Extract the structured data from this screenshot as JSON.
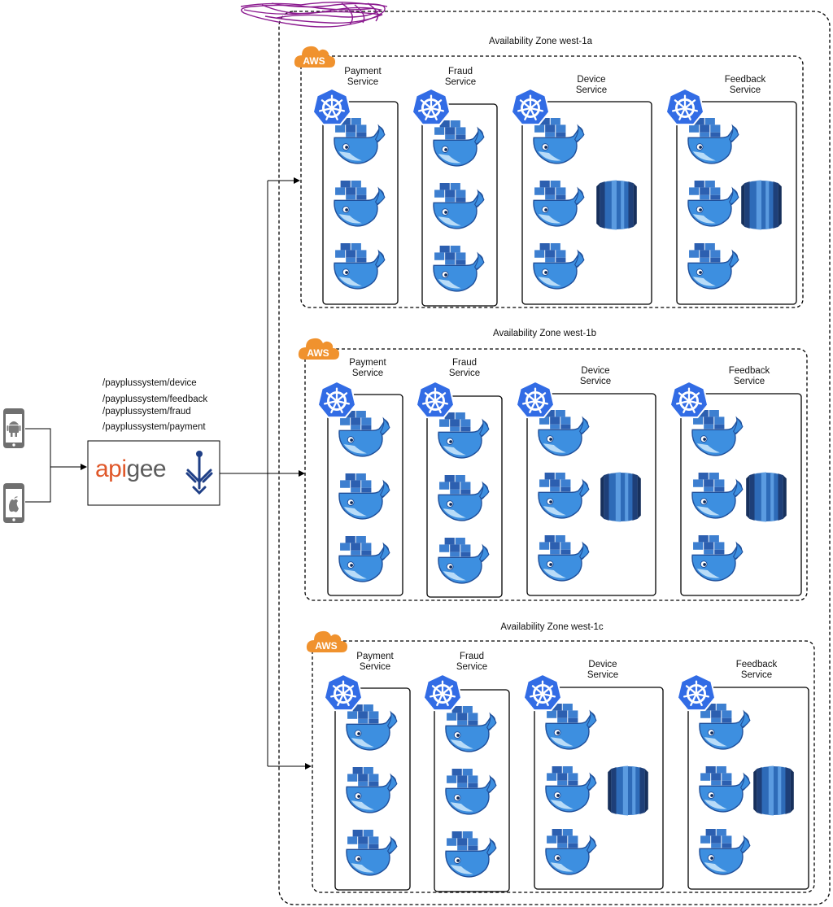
{
  "region_label": "",
  "clients": [
    {
      "name": "Android",
      "icon": "android-phone-icon"
    },
    {
      "name": "iOS",
      "icon": "apple-phone-icon"
    }
  ],
  "api_routes": [
    "/payplussystem/device",
    "/payplussystem/feedback",
    "/payplussystem/fraud",
    "/payplussystem/payment"
  ],
  "gateway": {
    "name_part1": "api",
    "name_part2": "gee",
    "icon": "api-proxy-icon",
    "colors": {
      "part1": "#e0582a",
      "part2": "#5d5d5d",
      "proxy_icon": "#1f3f86"
    }
  },
  "cloud_label": "AWS",
  "zones": [
    {
      "title": "Availability Zone west-1a",
      "services": [
        {
          "line1": "Payment",
          "line2": "Service",
          "containers": 3,
          "database": false
        },
        {
          "line1": "Fraud",
          "line2": "Service",
          "containers": 3,
          "database": false
        },
        {
          "line1": "Device",
          "line2": "Service",
          "containers": 3,
          "database": true
        },
        {
          "line1": "Feedback",
          "line2": "Service",
          "containers": 3,
          "database": true
        }
      ]
    },
    {
      "title": "Availability Zone west-1b",
      "services": [
        {
          "line1": "Payment",
          "line2": "Service",
          "containers": 3,
          "database": false
        },
        {
          "line1": "Fraud",
          "line2": "Service",
          "containers": 3,
          "database": false
        },
        {
          "line1": "Device",
          "line2": "Service",
          "containers": 3,
          "database": true
        },
        {
          "line1": "Feedback",
          "line2": "Service",
          "containers": 3,
          "database": true
        }
      ]
    },
    {
      "title": "Availability Zone west-1c",
      "services": [
        {
          "line1": "Payment",
          "line2": "Service",
          "containers": 3,
          "database": false
        },
        {
          "line1": "Fraud",
          "line2": "Service",
          "containers": 3,
          "database": false
        },
        {
          "line1": "Device",
          "line2": "Service",
          "containers": 3,
          "database": true
        },
        {
          "line1": "Feedback",
          "line2": "Service",
          "containers": 3,
          "database": true
        }
      ]
    }
  ],
  "colors": {
    "aws_cloud": "#f0922e",
    "kubernetes": "#326ce5",
    "docker_whale": "#3d8fe0",
    "docker_whale_light": "#8fc3f2",
    "docker_container": "#2c5fb0",
    "database_dark": "#1e3f78",
    "database_mid": "#2e6bb8",
    "database_light": "#5b9be0",
    "scribble": "#8b1a8f",
    "line": "#000000"
  }
}
